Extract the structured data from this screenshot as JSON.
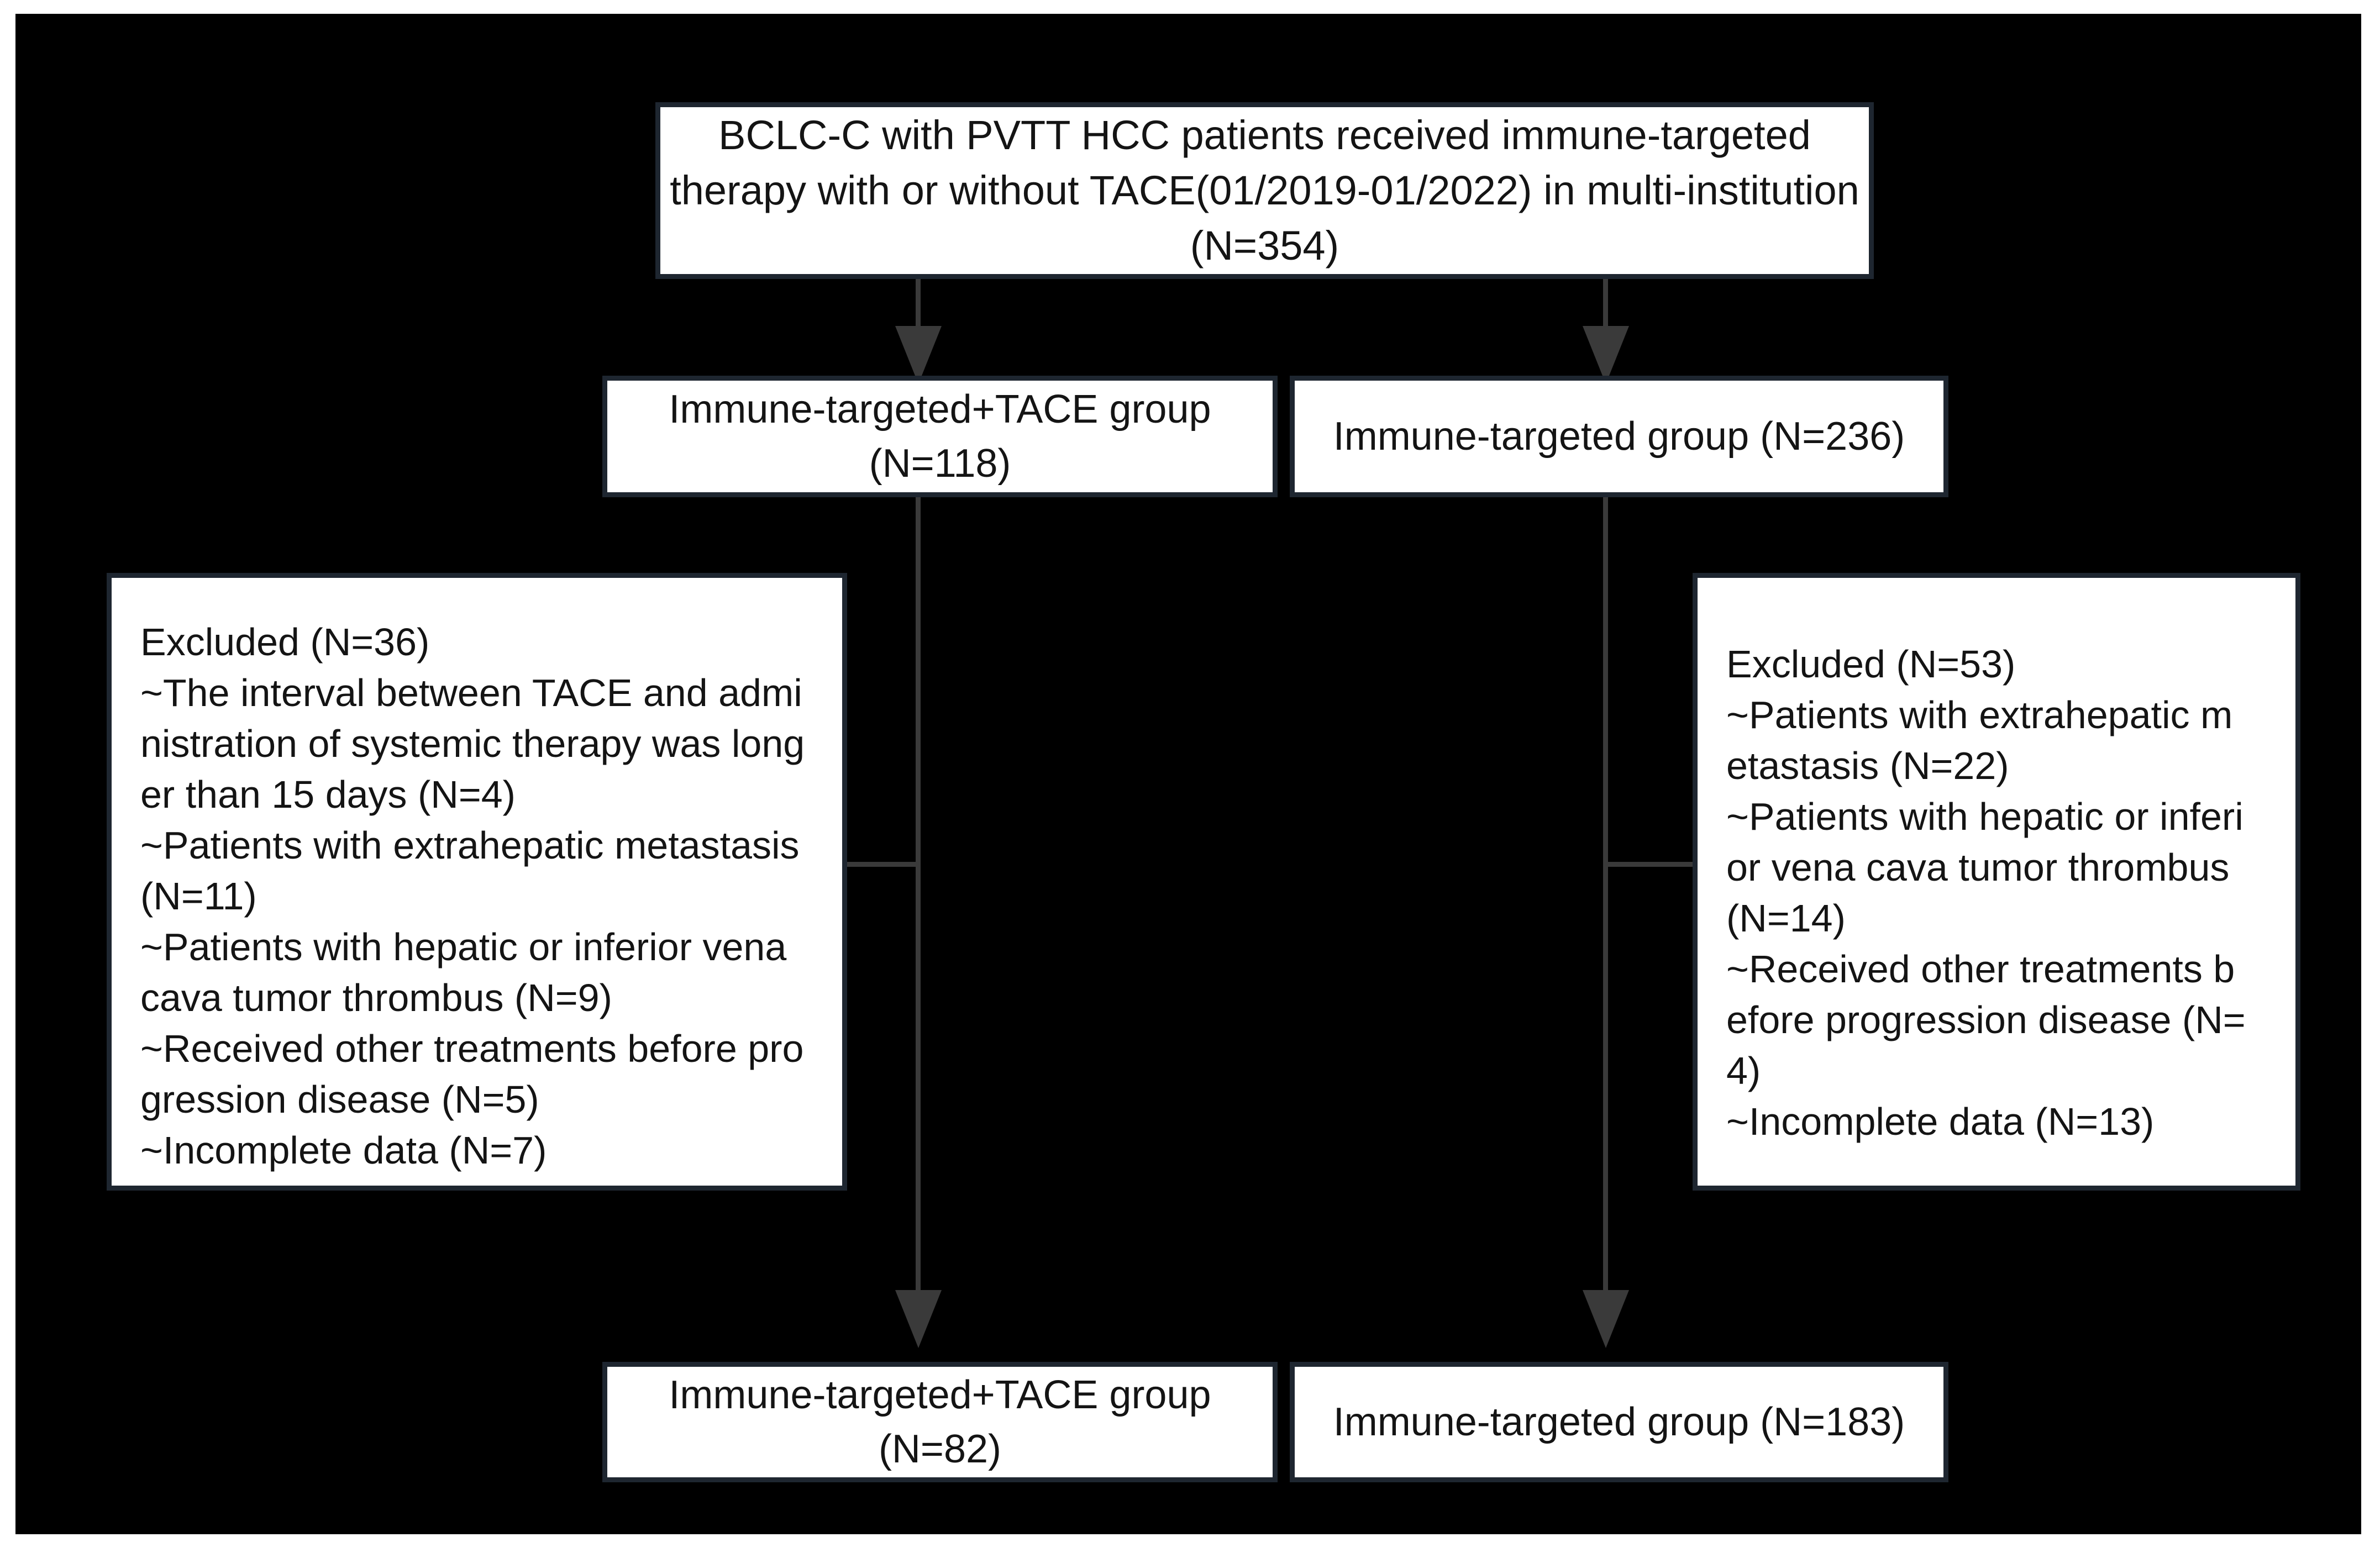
{
  "figure": {
    "type": "patient-flow-diagram",
    "background_color": "#000000",
    "box_fill_color": "#ffffff",
    "box_border_color": "#1e2630",
    "connector_color": "#3a3a3a",
    "text_color": "#141414"
  },
  "nodes": {
    "enrollment": {
      "label": "BCLC-C with PVTT HCC patients received immune-targeted therapy with or without TACE(01/2019-01/2022) in multi-institution (N=354)",
      "n": 354
    },
    "group_itt_initial": {
      "label": "Immune-targeted+TACE group (N=118)",
      "n": 118
    },
    "group_it_initial": {
      "label": "Immune-targeted group (N=236)",
      "n": 236
    },
    "excluded_left": {
      "heading": "Excluded (N=36)",
      "n": 36,
      "reasons": "~The interval between TACE and administration of systemic therapy was longer than 15 days (N=4)\n~Patients with extrahepatic metastasis (N=11)\n~Patients with hepatic or inferior vena cava tumor thrombus (N=9)\n~Received other treatments before progression disease (N=5)\n~Incomplete data (N=7)",
      "full_text": "Excluded (N=36)\n~The interval between TACE and admi\nnistration of systemic therapy was long\ner than 15 days (N=4)\n~Patients with extrahepatic metastasis\n (N=11)\n~Patients with hepatic or inferior vena\ncava tumor thrombus (N=9)\n~Received other treatments before pro\ngression disease (N=5)\n~Incomplete data (N=7)",
      "items": [
        {
          "reason": "The interval between TACE and administration of systemic therapy was longer than 15 days",
          "n": 4
        },
        {
          "reason": "Patients with extrahepatic metastasis",
          "n": 11
        },
        {
          "reason": "Patients with hepatic or inferior vena cava tumor thrombus",
          "n": 9
        },
        {
          "reason": "Received other treatments before progression disease",
          "n": 5
        },
        {
          "reason": "Incomplete data",
          "n": 7
        }
      ]
    },
    "excluded_right": {
      "heading": "Excluded (N=53)",
      "n": 53,
      "full_text": "Excluded (N=53)\n~Patients with extrahepatic m\netastasis (N=22)\n~Patients with hepatic or inferi\nor vena cava tumor thrombus\n(N=14)\n~Received other treatments b\nefore progression disease (N=\n4)\n~Incomplete data (N=13)",
      "items": [
        {
          "reason": "Patients with extrahepatic metastasis",
          "n": 22
        },
        {
          "reason": "Patients with hepatic or inferior vena cava tumor thrombus",
          "n": 14
        },
        {
          "reason": "Received other treatments before progression disease",
          "n": 4
        },
        {
          "reason": "Incomplete data",
          "n": 13
        }
      ]
    },
    "group_itt_final": {
      "label": "Immune-targeted+TACE group (N=82)",
      "n": 82
    },
    "group_it_final": {
      "label": "Immune-targeted group (N=183)",
      "n": 183
    }
  }
}
